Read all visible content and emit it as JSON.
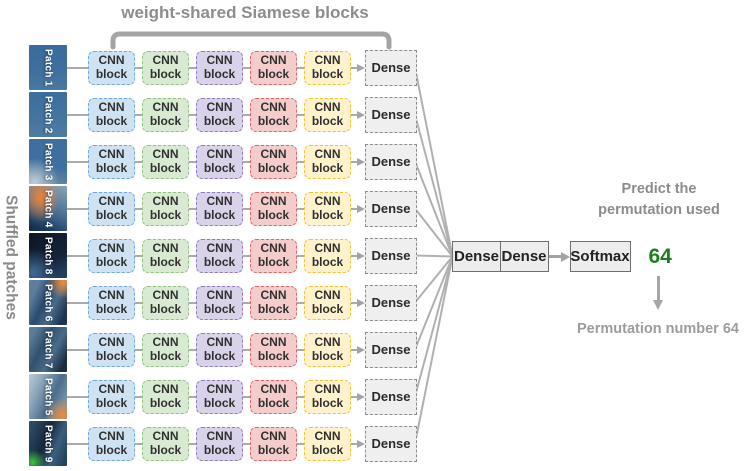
{
  "title": "weight-shared Siamese blocks",
  "sidebar_label": "Shuffled patches",
  "patches": [
    "Patch 1",
    "Patch 2",
    "Patch 3",
    "Patch 4",
    "Patch 8",
    "Patch 6",
    "Patch 7",
    "Patch 5",
    "Patch 9"
  ],
  "cnn_block": {
    "line1": "CNN",
    "line2": "block"
  },
  "cnn_colors": [
    {
      "name": "blue",
      "bg": "#cfe2f3",
      "border": "#6fa8dc"
    },
    {
      "name": "green",
      "bg": "#d9ead3",
      "border": "#93c47d"
    },
    {
      "name": "purple",
      "bg": "#d9d2e9",
      "border": "#8e7cc3"
    },
    {
      "name": "red",
      "bg": "#f4cccc",
      "border": "#e06666"
    },
    {
      "name": "yellow",
      "bg": "#fff2cc",
      "border": "#f1c232"
    }
  ],
  "row_dense_label": "Dense",
  "head": {
    "dense1": "Dense",
    "dense2": "Dense",
    "softmax": "Softmax",
    "prediction": "64",
    "prediction_color": "#1e7d1e"
  },
  "annotations": {
    "predict_line1": "Predict the",
    "predict_line2": "permutation used",
    "result": "Permutation number 64"
  }
}
